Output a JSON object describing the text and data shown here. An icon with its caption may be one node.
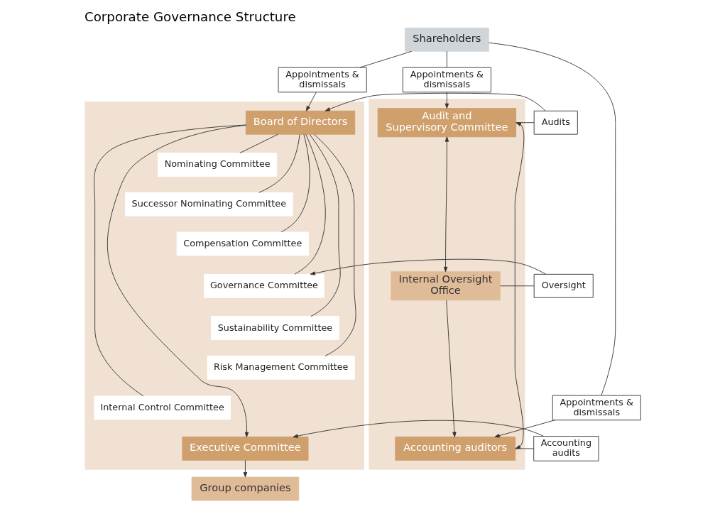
{
  "diagram": {
    "title": "Corporate Governance Structure",
    "nodes": [
      {
        "text": [
          "Shareholders"
        ]
      },
      {
        "text": [
          "Appointments & dismissals"
        ]
      },
      {
        "text": [
          "Appointments & dismissals"
        ]
      },
      {
        "text": [
          "Appointments & dismissals"
        ]
      },
      {
        "text": [],
        "shape": "box"
      },
      {
        "text": [
          "Board of Directors"
        ],
        "in": 4
      },
      {
        "text": [
          "Nominating Committee"
        ],
        "in": 4
      },
      {
        "text": [
          "Successor Nominating Committee"
        ],
        "in": 4
      },
      {
        "text": [
          "Compensation Committee"
        ],
        "in": 4
      },
      {
        "text": [
          "Governance Committee"
        ],
        "in": 4
      },
      {
        "text": [
          "Sustainability Committee"
        ],
        "in": 4
      },
      {
        "text": [
          "Risk Management Committee"
        ],
        "in": 4
      },
      {
        "text": [
          "Internal Control Committee"
        ],
        "in": 4
      },
      {
        "text": [
          "Executive Committee"
        ],
        "in": 4
      },
      {
        "text": [
          "Group companies"
        ]
      },
      {
        "text": [],
        "shape": "box"
      },
      {
        "text": [
          "Audit and Supervisory Committee"
        ],
        "in": 15
      },
      {
        "text": [
          "Internal Oversight Office"
        ],
        "in": 15
      },
      {
        "text": [
          "Accounting auditors"
        ],
        "in": 15
      },
      {
        "text": [
          "Audits"
        ]
      },
      {
        "text": [
          "Oversight"
        ]
      },
      {
        "text": [
          "Accounting audits"
        ]
      }
    ],
    "edges": [
      {
        "from": 0,
        "to": 1,
        "arrow": "none"
      },
      {
        "from": 1,
        "to": 5,
        "arrow": "to"
      },
      {
        "from": 0,
        "to": 2,
        "arrow": "none"
      },
      {
        "from": 2,
        "to": 16,
        "arrow": "to"
      },
      {
        "from": 0,
        "to": 3,
        "arrow": "none"
      },
      {
        "from": 3,
        "to": 18,
        "arrow": "to"
      },
      {
        "from": 5,
        "to": 6,
        "arrow": "none"
      },
      {
        "from": 5,
        "to": 7,
        "arrow": "none"
      },
      {
        "from": 5,
        "to": 8,
        "arrow": "none"
      },
      {
        "from": 5,
        "to": 9,
        "arrow": "none"
      },
      {
        "from": 5,
        "to": 10,
        "arrow": "none"
      },
      {
        "from": 5,
        "to": 11,
        "arrow": "none"
      },
      {
        "from": 5,
        "to": 12,
        "arrow": "none"
      },
      {
        "from": 5,
        "to": 13,
        "arrow": "to"
      },
      {
        "from": 13,
        "to": 14,
        "arrow": "to"
      },
      {
        "from": 16,
        "to": 19,
        "arrow": "none"
      },
      {
        "from": 19,
        "to": 5,
        "arrow": "to"
      },
      {
        "from": 17,
        "to": 20,
        "arrow": "none"
      },
      {
        "from": 20,
        "to": 9,
        "arrow": "to"
      },
      {
        "from": 18,
        "to": 21,
        "arrow": "none"
      },
      {
        "from": 21,
        "to": 13,
        "arrow": "to"
      },
      {
        "from": 16,
        "to": 17,
        "arrow": "both"
      },
      {
        "from": 17,
        "to": 18,
        "arrow": "to"
      },
      {
        "from": 16,
        "to": 18,
        "arrow": "both"
      }
    ]
  }
}
